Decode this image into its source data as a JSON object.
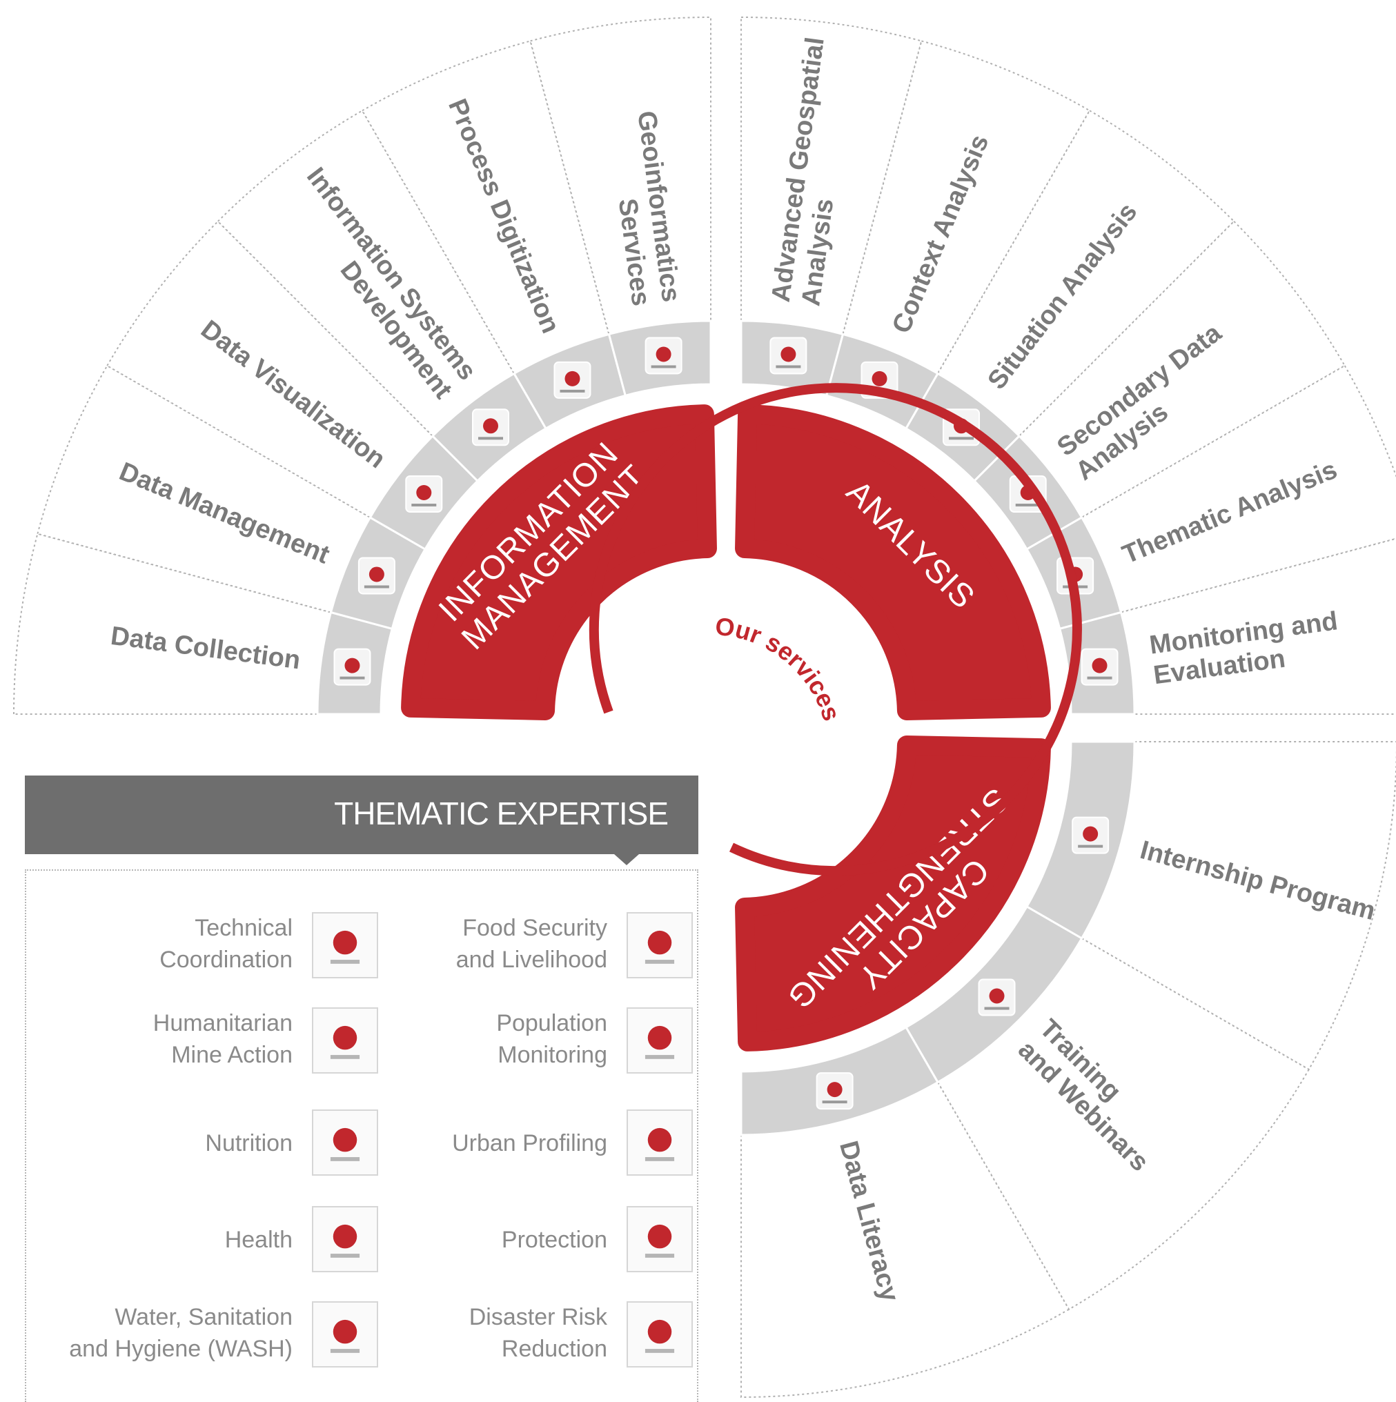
{
  "center_label": "Our services",
  "colors": {
    "accent": "#c1272d",
    "band": "#d2d2d2",
    "label": "#7a7a7a",
    "header": "#6e6e6e"
  },
  "pillars": [
    {
      "id": "information-management",
      "lines": [
        "INFORMATION",
        "MANAGEMENT"
      ],
      "services": [
        {
          "label": [
            "Data Collection"
          ],
          "icon": "form-icon"
        },
        {
          "label": [
            "Data Management"
          ],
          "icon": "database-icon"
        },
        {
          "label": [
            "Data Visualization"
          ],
          "icon": "pie-chart-icon"
        },
        {
          "label": [
            "Information Systems",
            "Development"
          ],
          "icon": "network-board-icon"
        },
        {
          "label": [
            "Process Digitization"
          ],
          "icon": "people-process-icon"
        },
        {
          "label": [
            "Geoinformatics",
            "Services"
          ],
          "icon": "map-pin-icon"
        }
      ]
    },
    {
      "id": "analysis",
      "lines": [
        "ANALYSIS"
      ],
      "services": [
        {
          "label": [
            "Advanced Geospatial",
            "Analysis"
          ],
          "icon": "geo-cluster-icon"
        },
        {
          "label": [
            "Context Analysis"
          ],
          "icon": "document-search-icon"
        },
        {
          "label": [
            "Situation Analysis"
          ],
          "icon": "nodes-icon"
        },
        {
          "label": [
            "Secondary Data",
            "Analysis"
          ],
          "icon": "report-magnifier-icon"
        },
        {
          "label": [
            "Thematic Analysis"
          ],
          "icon": "target-magnifier-icon"
        },
        {
          "label": [
            "Monitoring and",
            "Evaluation"
          ],
          "icon": "magnifier-icon"
        }
      ]
    },
    {
      "id": "capacity-strengthening",
      "lines": [
        "CAPACITY",
        "STRENGTHENING"
      ],
      "services": [
        {
          "label": [
            "Internship Program"
          ],
          "icon": "id-card-icon"
        },
        {
          "label": [
            "Training",
            "and Webinars"
          ],
          "icon": "presentation-icon"
        },
        {
          "label": [
            "Data Literacy"
          ],
          "icon": "user-network-icon"
        }
      ]
    }
  ],
  "thematic": {
    "title": "THEMATIC EXPERTISE",
    "items": [
      {
        "label": "Technical\nCoordination",
        "icon": "coordination-icon"
      },
      {
        "label": "Food Security\nand Livelihood",
        "icon": "wheat-bowl-icon"
      },
      {
        "label": "Humanitarian\nMine Action",
        "icon": "landmine-icon"
      },
      {
        "label": "Population\nMonitoring",
        "icon": "walking-person-icon"
      },
      {
        "label": "Nutrition",
        "icon": "nutrition-icon"
      },
      {
        "label": "Urban Profiling",
        "icon": "buildings-icon"
      },
      {
        "label": "Health",
        "icon": "health-ribbon-icon"
      },
      {
        "label": "Protection",
        "icon": "protecting-hands-icon"
      },
      {
        "label": "Water, Sanitation\nand Hygiene (WASH)",
        "icon": "water-tap-icon"
      },
      {
        "label": "Disaster Risk\nReduction",
        "icon": "house-flood-icon"
      }
    ]
  }
}
